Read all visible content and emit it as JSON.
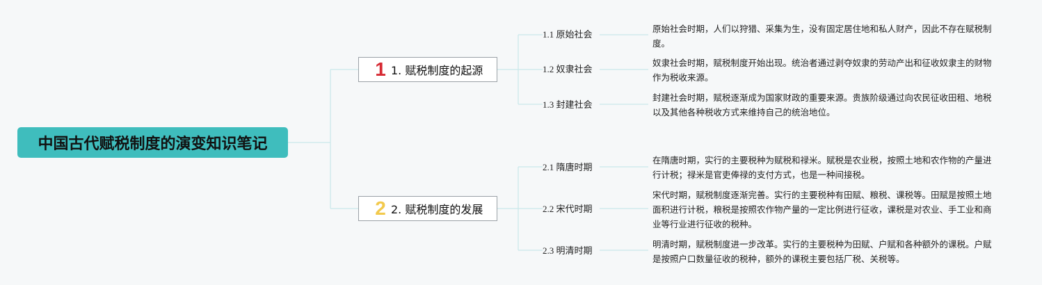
{
  "root": {
    "title": "中国古代赋税制度的演变知识笔记",
    "color": "#3fbdbd"
  },
  "branches": [
    {
      "icon": "number-1-icon",
      "icon_glyph": "1",
      "icon_color": "#d62a33",
      "label": "1. 赋税制度的起源",
      "children": [
        {
          "num": "1.1",
          "label": "原始社会",
          "detail": "原始社会时期，人们以狩猎、采集为生，没有固定居住地和私人财产，因此不存在赋税制度。"
        },
        {
          "num": "1.2",
          "label": "奴隶社会",
          "detail": "奴隶社会时期，赋税制度开始出现。统治者通过剥夺奴隶的劳动产出和征收奴隶主的财物作为税收来源。"
        },
        {
          "num": "1.3",
          "label": "封建社会",
          "detail": "封建社会时期，赋税逐渐成为国家财政的重要来源。贵族阶级通过向农民征收田租、地税以及其他各种税收方式来维持自己的统治地位。"
        }
      ]
    },
    {
      "icon": "number-2-icon",
      "icon_glyph": "2",
      "icon_color": "#f2c94c",
      "label": "2. 赋税制度的发展",
      "children": [
        {
          "num": "2.1",
          "label": "隋唐时期",
          "detail": "在隋唐时期，实行的主要税种为赋税和禄米。赋税是农业税，按照土地和农作物的产量进行计税；禄米是官吏俸禄的支付方式，也是一种间接税。"
        },
        {
          "num": "2.2",
          "label": "宋代时期",
          "detail": "宋代时期，赋税制度逐渐完善。实行的主要税种有田赋、粮税、课税等。田赋是按照土地面积进行计税，粮税是按照农作物产量的一定比例进行征收，课税是对农业、手工业和商业等行业进行征收的税种。"
        },
        {
          "num": "2.3",
          "label": "明清时期",
          "detail": "明清时期，赋税制度进一步改革。实行的主要税种为田赋、户赋和各种额外的课税。户赋是按照户口数量征收的税种，额外的课税主要包括厂税、关税等。"
        }
      ]
    }
  ],
  "colors": {
    "background": "#f6f8f9",
    "connector": "#c9e7ea",
    "branch_border": "#9aa0a6"
  }
}
